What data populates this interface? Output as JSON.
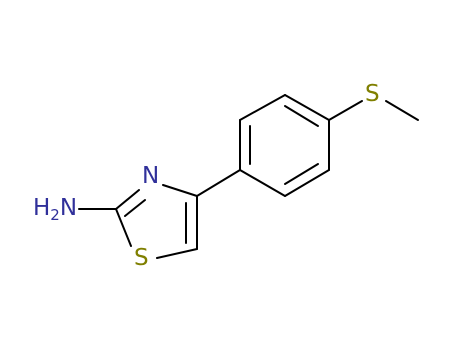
{
  "molecule": {
    "atoms": {
      "amine": {
        "symbol": "H",
        "subscript": "2",
        "suffix": "N",
        "color": "#30309a"
      },
      "ring_nitrogen": {
        "symbol": "N",
        "color": "#30309a"
      },
      "ring_sulfur": {
        "symbol": "S",
        "color": "#7f7f00"
      },
      "methylthio_sulfur": {
        "symbol": "S",
        "color": "#7f7f00"
      }
    },
    "bond_color": "#000000"
  }
}
